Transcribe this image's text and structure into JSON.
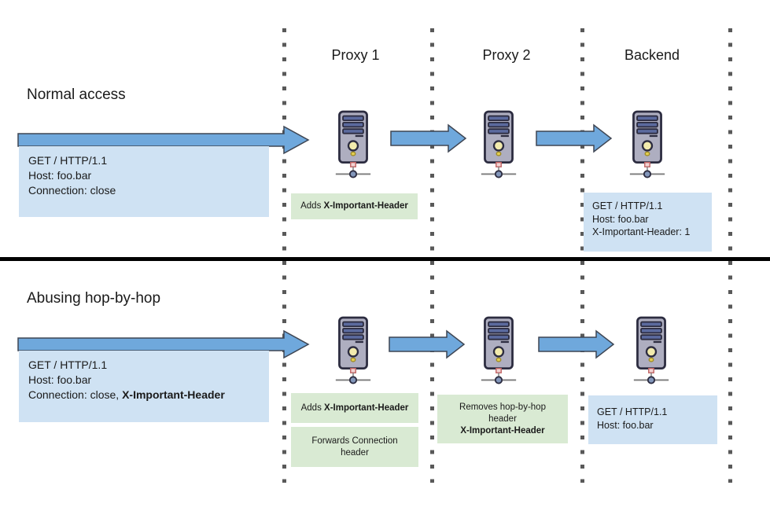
{
  "columns": {
    "proxy1": "Proxy 1",
    "proxy2": "Proxy 2",
    "backend": "Backend"
  },
  "normal": {
    "heading": "Normal access",
    "request": {
      "line1": "GET / HTTP/1.1",
      "line2": "Host: foo.bar",
      "line3": "Connection: close"
    },
    "proxy1_note": {
      "prefix": "Adds ",
      "bold": "X-Important-Header"
    },
    "backend_request": {
      "line1": "GET / HTTP/1.1",
      "line2": "Host: foo.bar",
      "line3": "X-Important-Header: 1"
    }
  },
  "abuse": {
    "heading": "Abusing hop-by-hop",
    "request": {
      "line1": "GET / HTTP/1.1",
      "line2": "Host: foo.bar",
      "line3_prefix": "Connection: close, ",
      "line3_bold": "X-Important-Header"
    },
    "proxy1_note1": {
      "prefix": "Adds ",
      "bold": "X-Important-Header"
    },
    "proxy1_note2": {
      "line1": "Forwards Connection",
      "line2": "header"
    },
    "proxy2_note": {
      "line1": "Removes hop-by-hop",
      "line2": "header",
      "line3_bold": "X-Important-Header"
    },
    "backend_request": {
      "line1": "GET / HTTP/1.1",
      "line2": "Host: foo.bar"
    }
  },
  "icons": {
    "server": "server-tower-icon"
  },
  "colors": {
    "arrow_fill": "#6fa8dc",
    "arrow_stroke": "#3f4653",
    "request_box_bg": "#cfe2f3",
    "note_box_bg": "#d9ead3",
    "dotted_line": "#595959",
    "divider": "#000000"
  }
}
